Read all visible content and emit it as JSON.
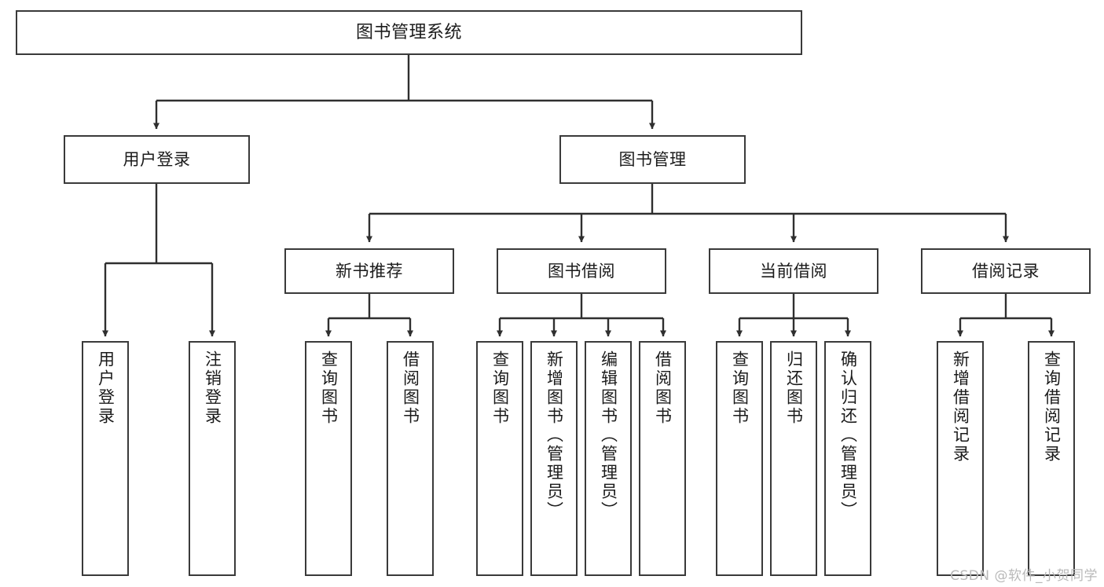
{
  "diagram": {
    "title": "图书管理系统",
    "type": "tree",
    "orientation": "top-down",
    "colors": {
      "background": "#ffffff",
      "node_border": "#3a3a3a",
      "node_fill": "#ffffff",
      "edge": "#2f2f2f",
      "text": "#1b1b1b",
      "watermark": "#b9b9b9"
    },
    "watermark": "CSDN @软件_小贺同学",
    "nodes": {
      "root": {
        "label": "图书管理系统"
      },
      "level2": [
        {
          "id": "user-login",
          "label": "用户登录"
        },
        {
          "id": "book-manage",
          "label": "图书管理"
        }
      ],
      "level3": [
        {
          "id": "new-book-rec",
          "label": "新书推荐"
        },
        {
          "id": "book-borrow",
          "label": "图书借阅"
        },
        {
          "id": "current-borrow",
          "label": "当前借阅"
        },
        {
          "id": "borrow-record",
          "label": "借阅记录"
        }
      ],
      "leaves": {
        "user_login": [
          {
            "id": "leaf-user-login",
            "label": "用户登录"
          },
          {
            "id": "leaf-logout",
            "label": "注销登录"
          }
        ],
        "new_book_rec": [
          {
            "id": "leaf-query-book-1",
            "label": "查询图书"
          },
          {
            "id": "leaf-borrow-book-1",
            "label": "借阅图书"
          }
        ],
        "book_borrow": [
          {
            "id": "leaf-query-book-2",
            "label": "查询图书"
          },
          {
            "id": "leaf-add-book",
            "label": "新增图书（管理员）"
          },
          {
            "id": "leaf-edit-book",
            "label": "编辑图书（管理员）"
          },
          {
            "id": "leaf-borrow-book-2",
            "label": "借阅图书"
          }
        ],
        "current_borrow": [
          {
            "id": "leaf-query-book-3",
            "label": "查询图书"
          },
          {
            "id": "leaf-return-book",
            "label": "归还图书"
          },
          {
            "id": "leaf-confirm-return",
            "label": "确认归还（管理员）"
          }
        ],
        "borrow_record": [
          {
            "id": "leaf-add-record",
            "label": "新增借阅记录"
          },
          {
            "id": "leaf-query-record",
            "label": "查询借阅记录"
          }
        ]
      }
    }
  }
}
